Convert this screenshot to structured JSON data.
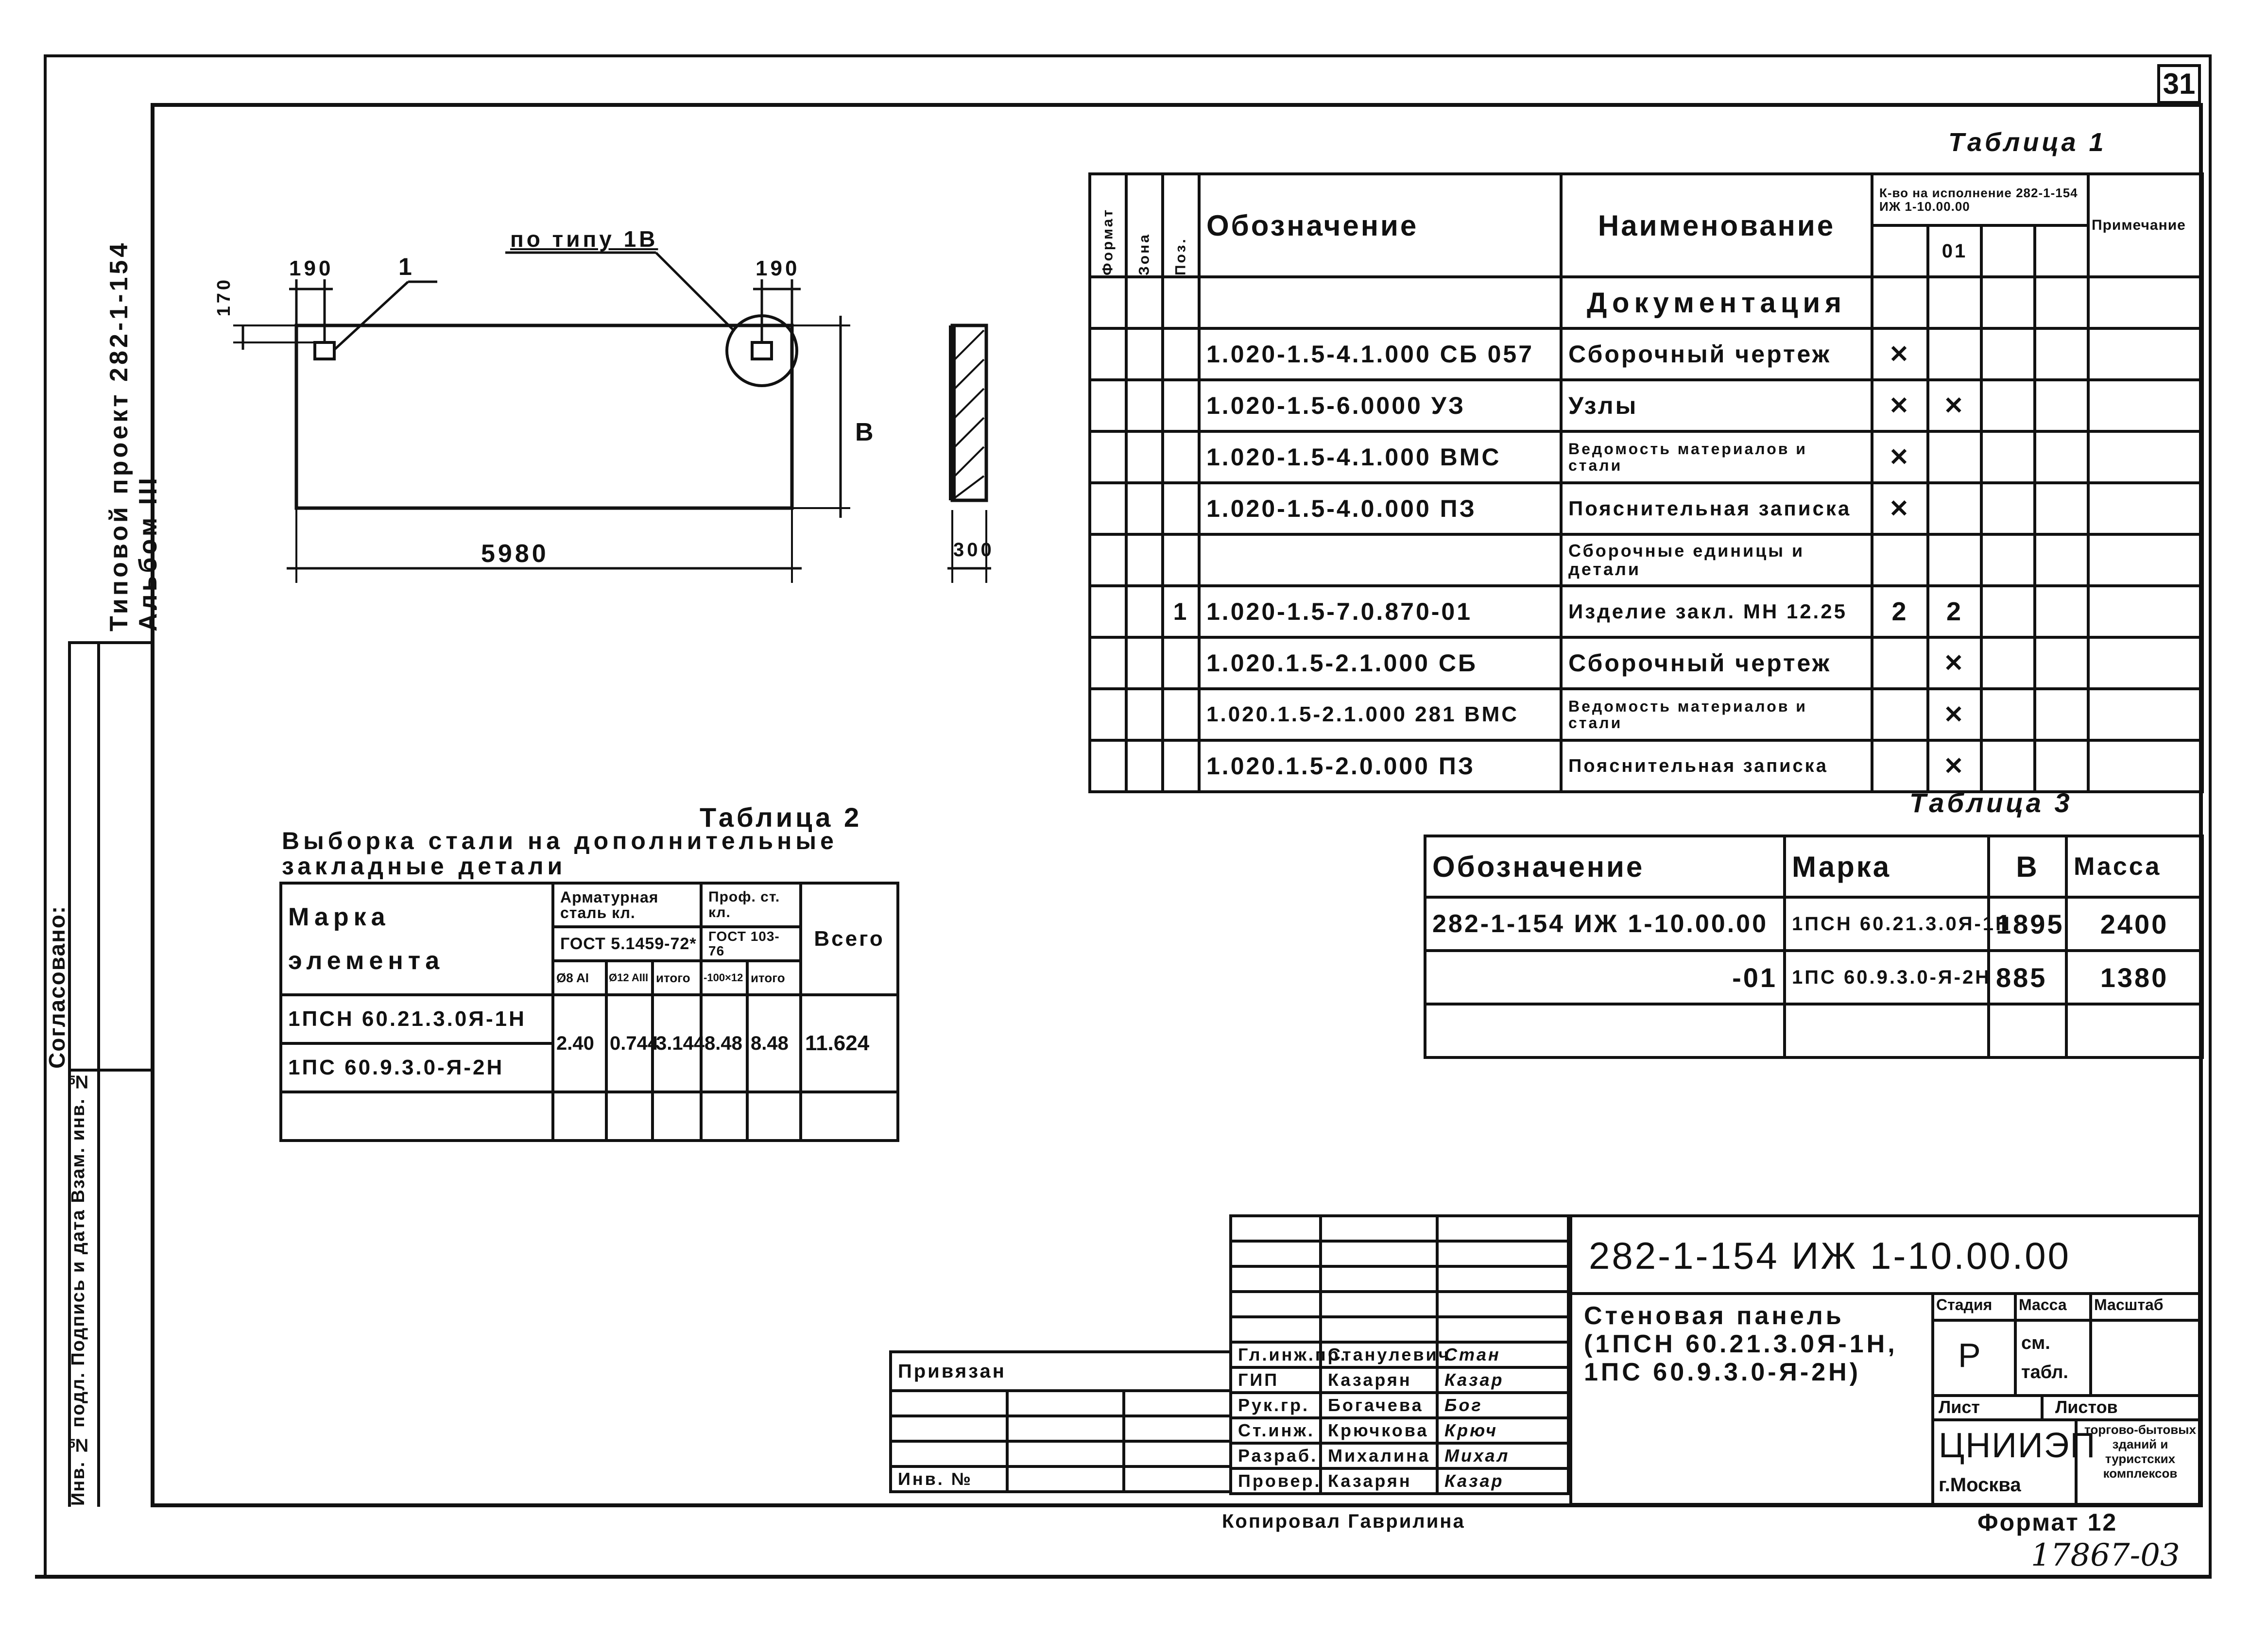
{
  "sheet_number": "31",
  "side_title": "Типовой проект 282-1-154 Альбом III",
  "side_labels": [
    "Согласовано:",
    "Инв. № подл.   Подпись и дата   Взам. инв. №"
  ],
  "table1": {
    "title": "Таблица 1",
    "headers": {
      "format": "Формат",
      "zone": "Зона",
      "pos": "Поз.",
      "designation": "Обозначение",
      "name": "Наименование",
      "qty": "К-во на исполнение 282-1-154 ИЖ 1-10.00.00",
      "qty_col": "01",
      "note": "Примечание"
    },
    "rows": [
      {
        "pos": "",
        "designation": "",
        "name": "Документация",
        "q1": "",
        "q2": ""
      },
      {
        "pos": "",
        "designation": "1.020-1.5-4.1.000 СБ 057",
        "name": "Сборочный чертеж",
        "q1": "✕",
        "q2": ""
      },
      {
        "pos": "",
        "designation": "1.020-1.5-6.0000 УЗ",
        "name": "Узлы",
        "q1": "✕",
        "q2": "✕"
      },
      {
        "pos": "",
        "designation": "1.020-1.5-4.1.000 ВМС",
        "name": "Ведомость материалов и стали",
        "q1": "✕",
        "q2": ""
      },
      {
        "pos": "",
        "designation": "1.020-1.5-4.0.000 ПЗ",
        "name": "Пояснительная записка",
        "q1": "✕",
        "q2": ""
      },
      {
        "pos": "",
        "designation": "",
        "name": "Сборочные единицы и детали",
        "q1": "",
        "q2": ""
      },
      {
        "pos": "1",
        "designation": "1.020-1.5-7.0.870-01",
        "name": "Изделие закл. МН 12.25",
        "q1": "2",
        "q2": "2"
      },
      {
        "pos": "",
        "designation": "1.020.1.5-2.1.000 СБ",
        "name": "Сборочный чертеж",
        "q1": "",
        "q2": "✕"
      },
      {
        "pos": "",
        "designation": "1.020.1.5-2.1.000 281 ВМС",
        "name": "Ведомость материалов и стали",
        "q1": "",
        "q2": "✕"
      },
      {
        "pos": "",
        "designation": "1.020.1.5-2.0.000 ПЗ",
        "name": "Пояснительная записка",
        "q1": "",
        "q2": "✕"
      }
    ]
  },
  "table2": {
    "label": "Таблица 2",
    "title": "Выборка стали на дополнительные закладные детали",
    "headers": {
      "element": "Марка элемента",
      "armature": "Арматурная сталь кл.",
      "armature_gost": "ГОСТ 5.1459-72*",
      "a1": "Ø8 AI",
      "a2": "Ø12 AIII",
      "a_total": "итого",
      "profile": "Проф. ст. кл.",
      "profile_gost": "ГОСТ 103-76",
      "p1": "-100×12",
      "p_total": "итого",
      "total": "Всего"
    },
    "rows": [
      "1ПСН 60.21.3.0Я-1Н",
      "1ПС 60.9.3.0-Я-2Н"
    ],
    "values": [
      "2.40",
      "0.744",
      "3.144",
      "8.48",
      "8.48",
      "11.624"
    ]
  },
  "table3": {
    "title": "Таблица 3",
    "headers": [
      "Обозначение",
      "Марка",
      "В",
      "Масса"
    ],
    "rows": [
      [
        "282-1-154 ИЖ 1-10.00.00",
        "1ПСН 60.21.3.0Я-1Н",
        "1895",
        "2400"
      ],
      [
        "-01",
        "1ПС 60.9.3.0-Я-2Н",
        "885",
        "1380"
      ],
      [
        "",
        "",
        "",
        ""
      ]
    ]
  },
  "drawing": {
    "dim_top_left": "190",
    "dim_top_right": "190",
    "dim_left_small": "170",
    "dim_bottom": "5980",
    "dim_height": "В",
    "dim_section": "300",
    "leader_1": "1",
    "leader_type": "по типу 1В"
  },
  "stamp": {
    "code": "282-1-154   ИЖ 1-10.00.00",
    "title": "Стеновая панель (1ПСН 60.21.3.0Я-1Н, 1ПС 60.9.3.0-Я-2Н)",
    "roles": [
      "Гл.инж.пр.",
      "ГИП",
      "Рук.гр.",
      "Ст.инж.",
      "Разраб.",
      "Провер."
    ],
    "names": [
      "Станулевич",
      "Казарян",
      "Богачева",
      "Крючкова",
      "Михалина",
      "Казарян"
    ],
    "signatures": [
      "Стан",
      "Казар",
      "Бог",
      "Крюч",
      "Михал",
      "Казар"
    ],
    "stage_label": "Стадия",
    "mass_label": "Масса",
    "scale_label": "Масштаб",
    "stage": "Р",
    "mass": "см. табл.",
    "sheet_label": "Лист",
    "sheets_label": "Листов",
    "org": "ЦНИИЭП",
    "org_desc": "торгово-бытовых зданий и туристских комплексов",
    "city": "г.Москва",
    "privyazan": "Привязан",
    "inv": "Инв. №"
  },
  "copied_by": "Копировал Гаврилина",
  "format": "Формат 12",
  "archive_no": "17867-03"
}
